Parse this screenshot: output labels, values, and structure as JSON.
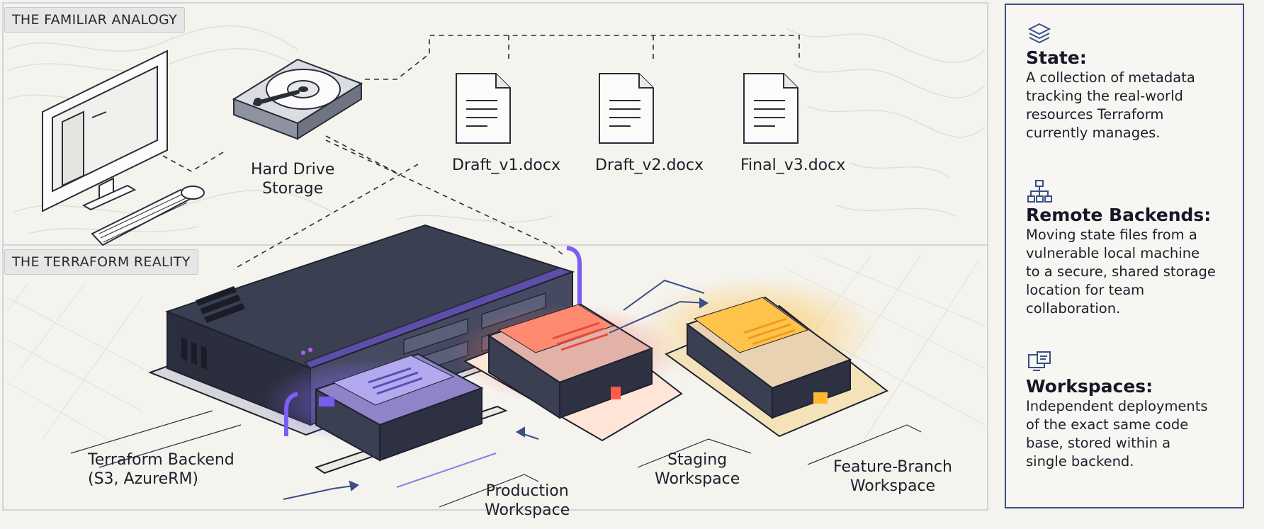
{
  "diagram": {
    "top_label": "THE FAMILIAR ANALOGY",
    "bottom_label": "THE TERRAFORM REALITY",
    "hard_drive_line1": "Hard Drive",
    "hard_drive_line2": "Storage",
    "files": [
      "Draft_v1.docx",
      "Draft_v2.docx",
      "Final_v3.docx"
    ],
    "backend_line1": "Terraform Backend",
    "backend_line2": "(S3, AzureRM)",
    "production_line1": "Production",
    "production_line2": "Workspace",
    "staging_line1": "Staging",
    "staging_line2": "Workspace",
    "feature_line1": "Feature-Branch",
    "feature_line2": "Workspace"
  },
  "sidebar": {
    "items": [
      {
        "icon": "layers-icon",
        "title": "State:",
        "body": [
          "A collection of metadata",
          "tracking the real-world",
          "resources Terraform",
          "currently manages."
        ]
      },
      {
        "icon": "network-hierarchy-icon",
        "title": "Remote Backends:",
        "body": [
          "Moving state files from a",
          "vulnerable local machine",
          "to a secure, shared storage",
          "location for team",
          "collaboration."
        ]
      },
      {
        "icon": "workspaces-icon",
        "title": "Workspaces:",
        "body": [
          "Independent deployments",
          "of the exact same code",
          "base, stored within a",
          "single backend."
        ]
      }
    ]
  },
  "colors": {
    "accent": "#3a4f88",
    "production": "#7b5cf0",
    "staging": "#ff5a4a",
    "feature": "#ffb830",
    "server": "#3a3f52"
  }
}
